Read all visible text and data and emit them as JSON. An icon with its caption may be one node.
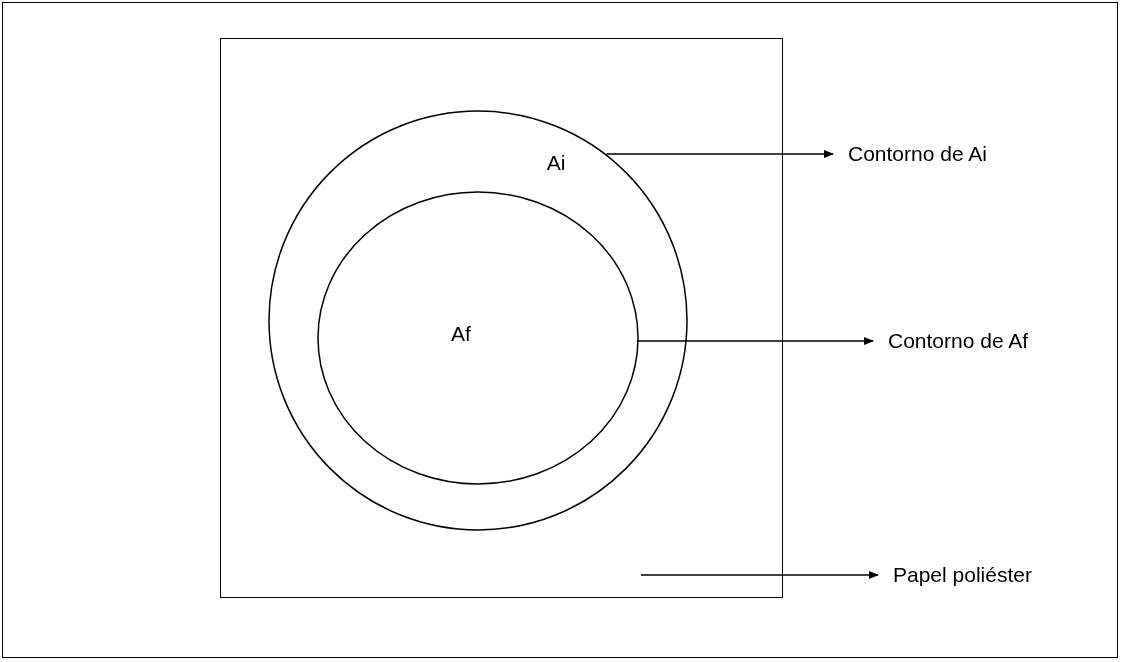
{
  "diagram": {
    "nodes": [
      {
        "text": [],
        "shape": "box"
      },
      {
        "text": [
          "Ai"
        ],
        "in": 0
      },
      {
        "text": [
          "Af"
        ],
        "in": 1
      },
      {
        "text": [
          "Contorno de Ai"
        ]
      },
      {
        "text": [
          "Contorno de Af"
        ]
      },
      {
        "text": [
          "Papel poliéster"
        ]
      }
    ],
    "edges": [
      {
        "from": 1,
        "to": 3,
        "arrow": "to"
      },
      {
        "from": 2,
        "to": 4,
        "arrow": "to"
      },
      {
        "from": 0,
        "to": 5,
        "arrow": "to"
      }
    ]
  }
}
